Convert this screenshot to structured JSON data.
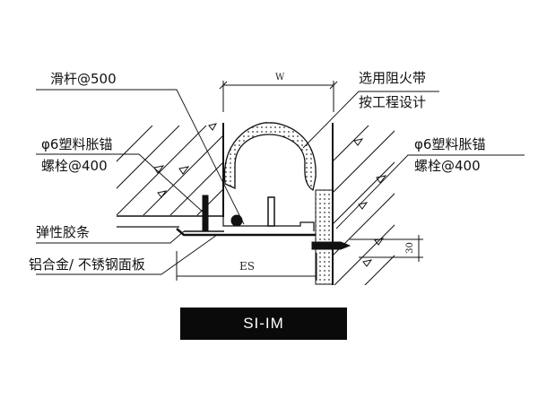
{
  "labels": {
    "slide_rod": "滑杆@500",
    "fire_band_line1": "选用阻火带",
    "fire_band_line2": "按工程设计",
    "anchor_left_line1": "φ6塑料胀锚",
    "anchor_left_line2": "螺栓@400",
    "anchor_right_line1": "φ6塑料胀锚",
    "anchor_right_line2": "螺栓@400",
    "rubber_strip": "弹性胶条",
    "cover_plate": "铝合金/ 不锈钢面板"
  },
  "dimensions": {
    "width": "W",
    "edge_spacing": "ES",
    "depth": "30"
  },
  "title": "SI-IM"
}
